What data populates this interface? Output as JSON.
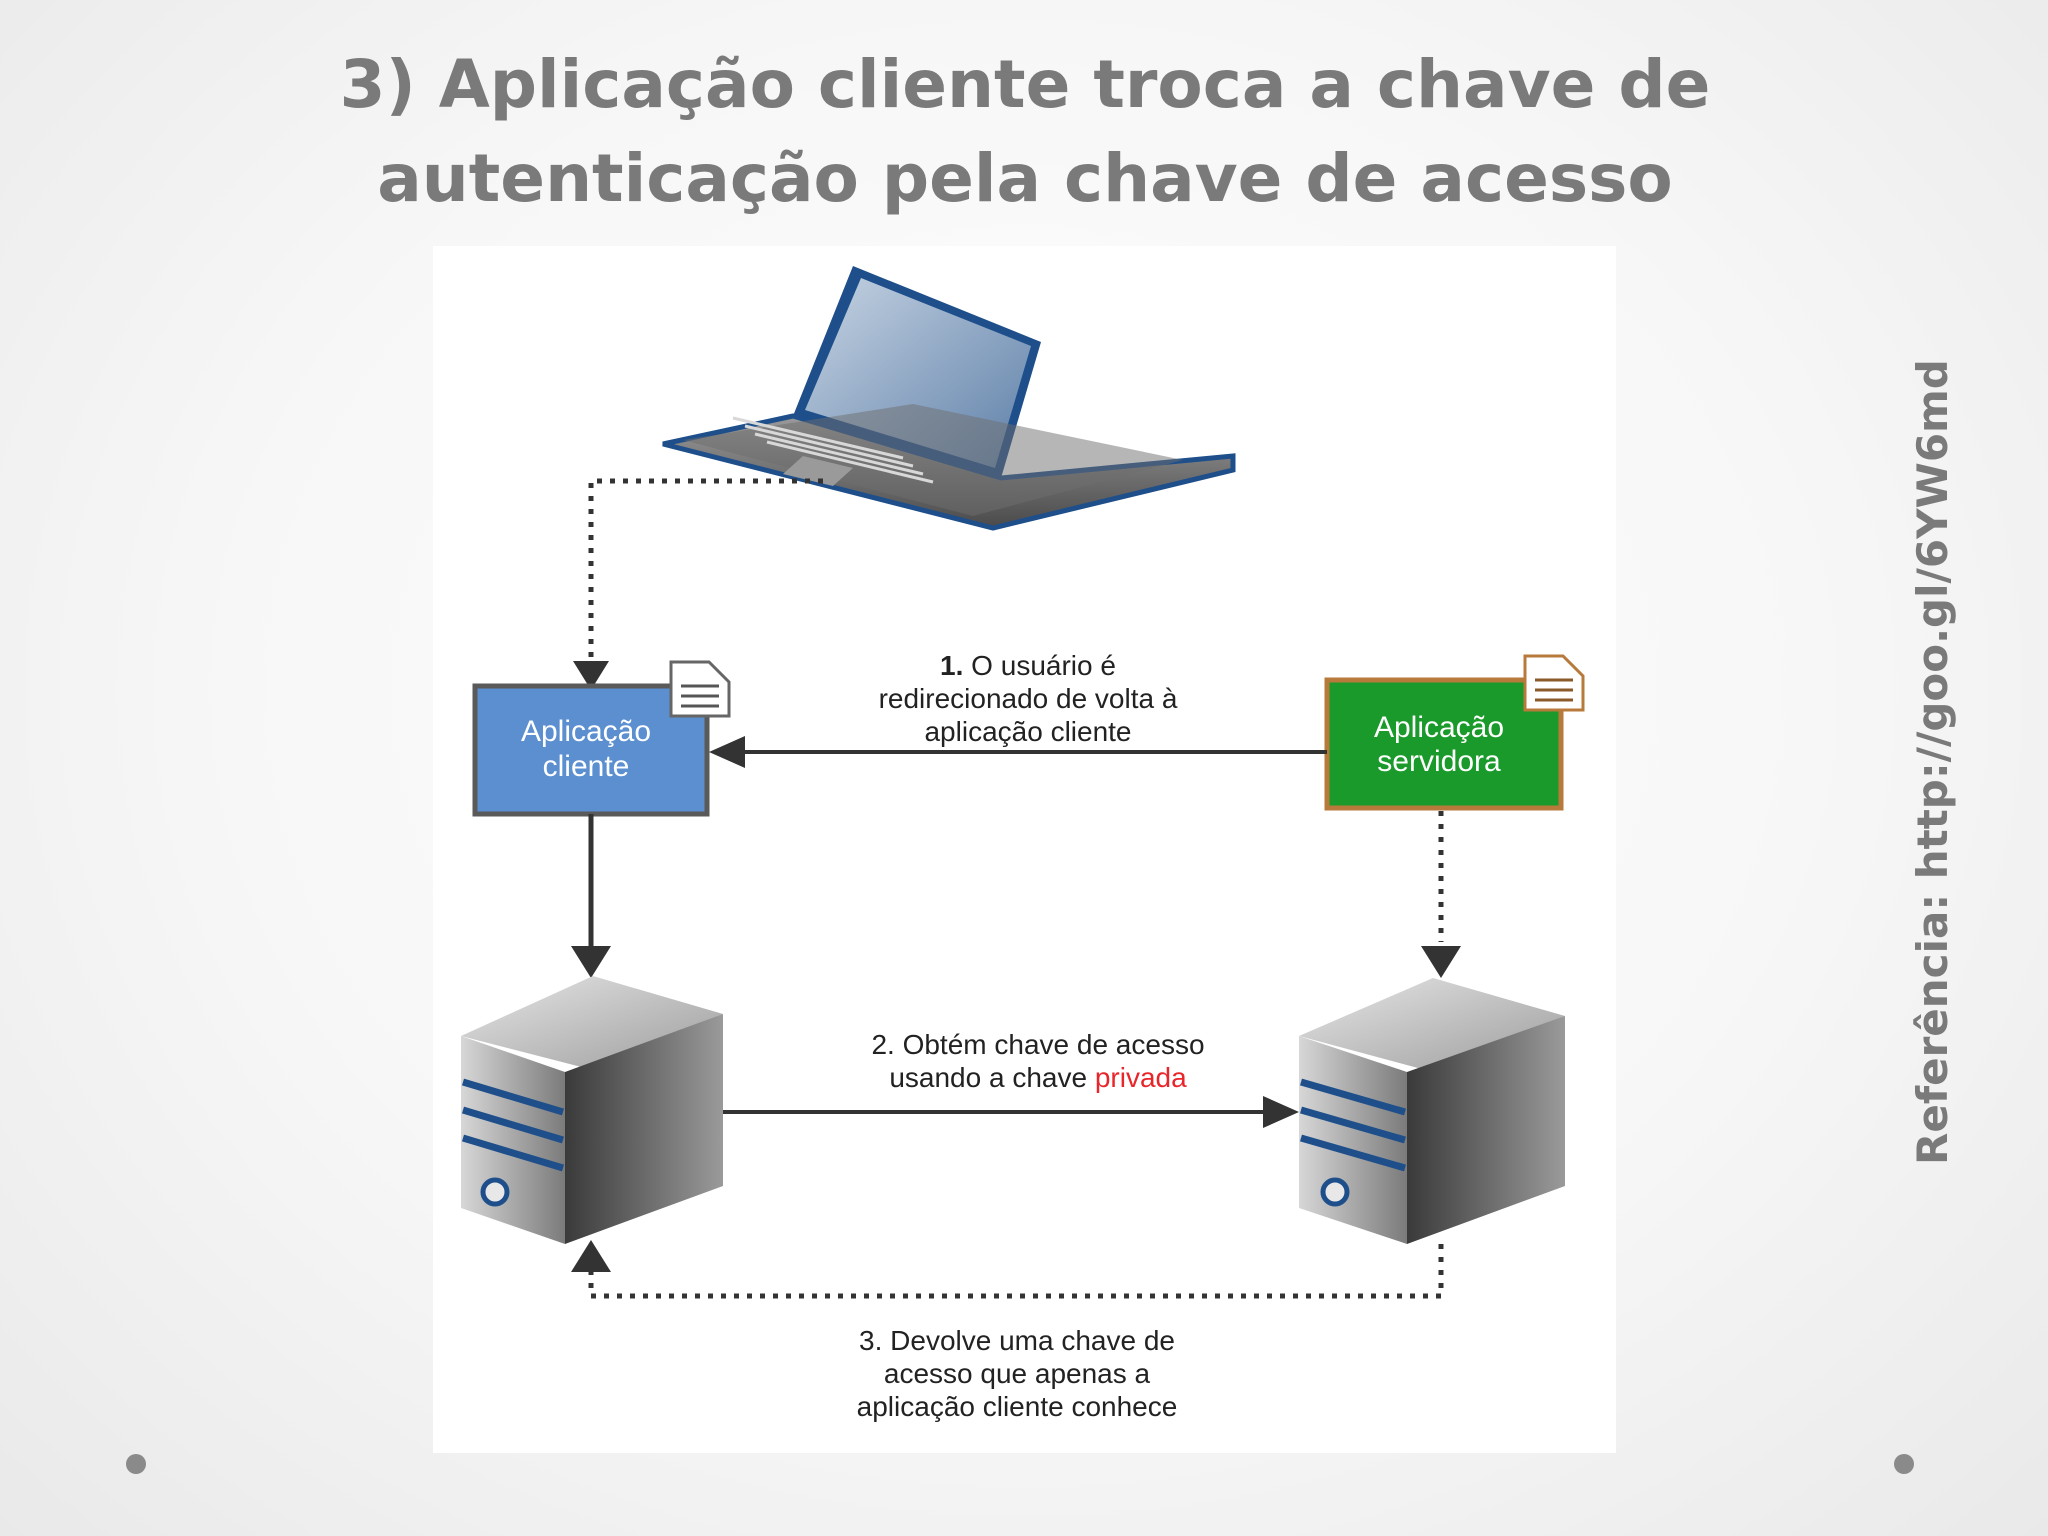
{
  "slide": {
    "title_line1": "3) Aplicação cliente troca a chave de",
    "title_line2": "autenticação pela chave de acesso",
    "reference": "Referência: http://goo.gl/6YW6md"
  },
  "diagram": {
    "client_app": {
      "line1": "Aplicação",
      "line2": "cliente",
      "color": "#5b8fd0"
    },
    "server_app": {
      "line1": "Aplicação",
      "line2": "servidora",
      "color": "#1a9a2a",
      "border": "#b87a3a"
    },
    "step1": {
      "line1_num": "1.",
      "line1_text": " O usuário é",
      "line2": "redirecionado de volta à",
      "line3": "aplicação cliente"
    },
    "step2": {
      "line1": "2. Obtém chave de acesso",
      "line2_a": "usando a chave ",
      "line2_b": "privada",
      "highlight_color": "#e8252a"
    },
    "step3": {
      "line1": "3. Devolve uma chave de",
      "line2": "acesso que apenas a",
      "line3": "aplicação cliente conhece"
    },
    "icons": [
      "laptop-icon",
      "document-icon",
      "server-icon"
    ]
  }
}
